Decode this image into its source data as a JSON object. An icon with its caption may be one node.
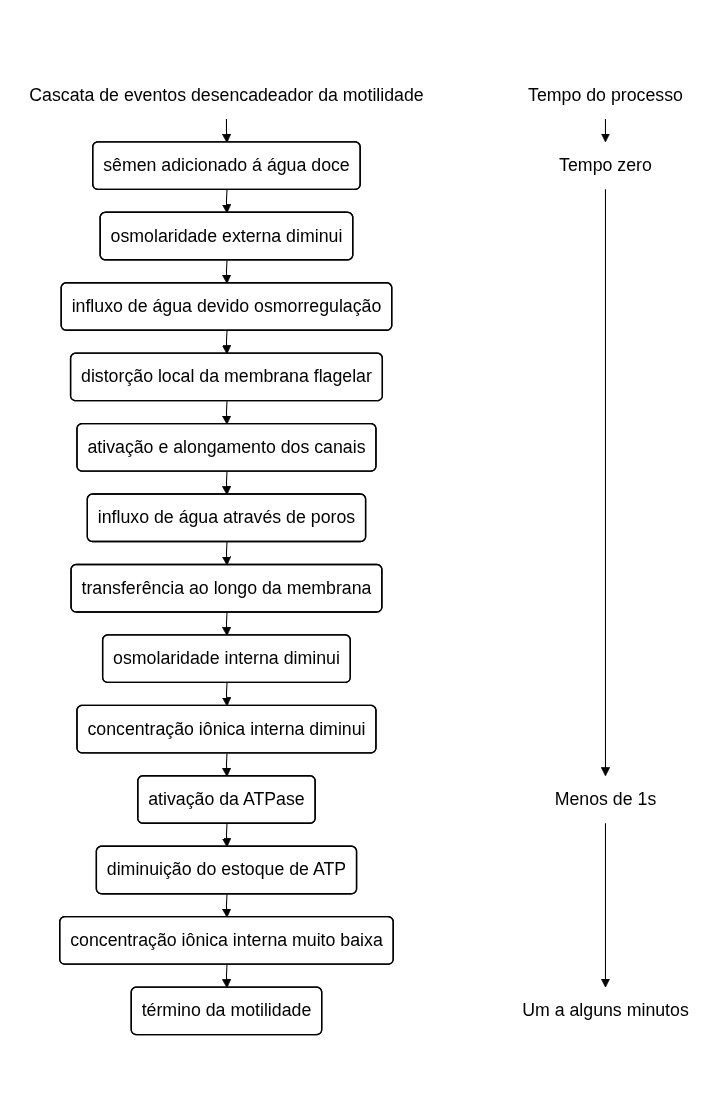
{
  "diagram": {
    "nodes": [
      {
        "text": [
          "Cascata de eventos desencadeador da motilidade"
        ]
      },
      {
        "text": [
          "sêmen adicionado á água doce"
        ]
      },
      {
        "text": [
          "osmolaridade externa diminui"
        ]
      },
      {
        "text": [
          "influxo de água devido osmorregulação"
        ]
      },
      {
        "text": [
          "distorção local da membrana flagelar"
        ]
      },
      {
        "text": [
          "ativação e alongamento dos canais"
        ]
      },
      {
        "text": [
          "influxo de água através de poros"
        ]
      },
      {
        "text": [
          "transferência ao longo da membrana"
        ]
      },
      {
        "text": [
          "osmolaridade interna diminui"
        ]
      },
      {
        "text": [
          "concentração iônica interna diminui"
        ]
      },
      {
        "text": [
          "ativação da ATPase"
        ]
      },
      {
        "text": [
          "diminuição do estoque de ATP"
        ]
      },
      {
        "text": [
          "concentração iônica interna muito baixa"
        ]
      },
      {
        "text": [
          "término da motilidade"
        ]
      },
      {
        "text": [
          "Tempo do processo"
        ]
      },
      {
        "text": [
          "Tempo zero"
        ]
      },
      {
        "text": [
          "Menos de 1s"
        ]
      },
      {
        "text": [
          "Um a alguns minutos"
        ]
      }
    ],
    "edges": [
      {
        "from": 0,
        "to": 1,
        "arrow": "to"
      },
      {
        "from": 1,
        "to": 2,
        "arrow": "to"
      },
      {
        "from": 2,
        "to": 3,
        "arrow": "to"
      },
      {
        "from": 3,
        "to": 4,
        "arrow": "to"
      },
      {
        "from": 4,
        "to": 5,
        "arrow": "to"
      },
      {
        "from": 5,
        "to": 6,
        "arrow": "to"
      },
      {
        "from": 6,
        "to": 7,
        "arrow": "to"
      },
      {
        "from": 7,
        "to": 8,
        "arrow": "to"
      },
      {
        "from": 8,
        "to": 9,
        "arrow": "to"
      },
      {
        "from": 9,
        "to": 10,
        "arrow": "to"
      },
      {
        "from": 10,
        "to": 11,
        "arrow": "to"
      },
      {
        "from": 11,
        "to": 12,
        "arrow": "to"
      },
      {
        "from": 12,
        "to": 13,
        "arrow": "to"
      },
      {
        "from": 14,
        "to": 15,
        "arrow": "to"
      },
      {
        "from": 15,
        "to": 16,
        "arrow": "to"
      },
      {
        "from": 16,
        "to": 17,
        "arrow": "to"
      }
    ]
  }
}
